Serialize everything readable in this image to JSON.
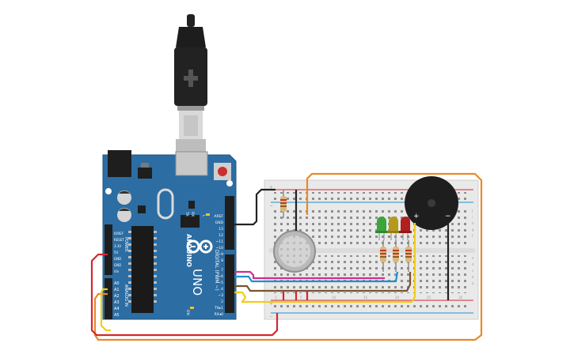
{
  "colors": {
    "arduino_board": "#2c6da3",
    "breadboard": "#e9e9e9",
    "wire_orange": "#e8892a",
    "wire_red": "#d6262d",
    "wire_magenta": "#cf2e8f",
    "wire_blue": "#1f8fcf",
    "wire_yellow": "#f2cd16",
    "wire_brown": "#7a5331",
    "wire_black": "#222222",
    "led_green": "#3aa63a",
    "led_yellow": "#b39a1a",
    "led_red": "#b31e1e"
  },
  "arduino": {
    "brand": "ARDUINO",
    "model": "UNO",
    "digital_label": "DIGITAL (PWM ~)",
    "power_label": "POWER",
    "analog_label": "ANALOG IN",
    "tx_label": "TX",
    "rx_label": "RX",
    "l_label": "L",
    "on_label": "ON",
    "header_top": [
      "AREF",
      "GND",
      "13",
      "12",
      "~11",
      "~10",
      "~9",
      "8"
    ],
    "header_bottom": [
      "7",
      "~6",
      "~5",
      "4",
      "~3",
      "2",
      "TX▸1",
      "RX◂0"
    ],
    "power_pins": [
      "IOREF",
      "RESET",
      "3.3V",
      "5V",
      "GND",
      "GND",
      "Vin"
    ],
    "analog_pins": [
      "A0",
      "A1",
      "A2",
      "A3",
      "A4",
      "A5"
    ]
  },
  "breadboard": {
    "plus_sign": "+",
    "minus_sign": "−",
    "row_letters": [
      "j",
      "i",
      "h",
      "g",
      "f",
      "e",
      "d",
      "c",
      "b",
      "a"
    ],
    "column_numbers": [
      "1",
      "5",
      "10",
      "15",
      "20",
      "25",
      "30"
    ]
  },
  "buzzer": {
    "plus_sign": "+",
    "minus_sign": "−"
  }
}
